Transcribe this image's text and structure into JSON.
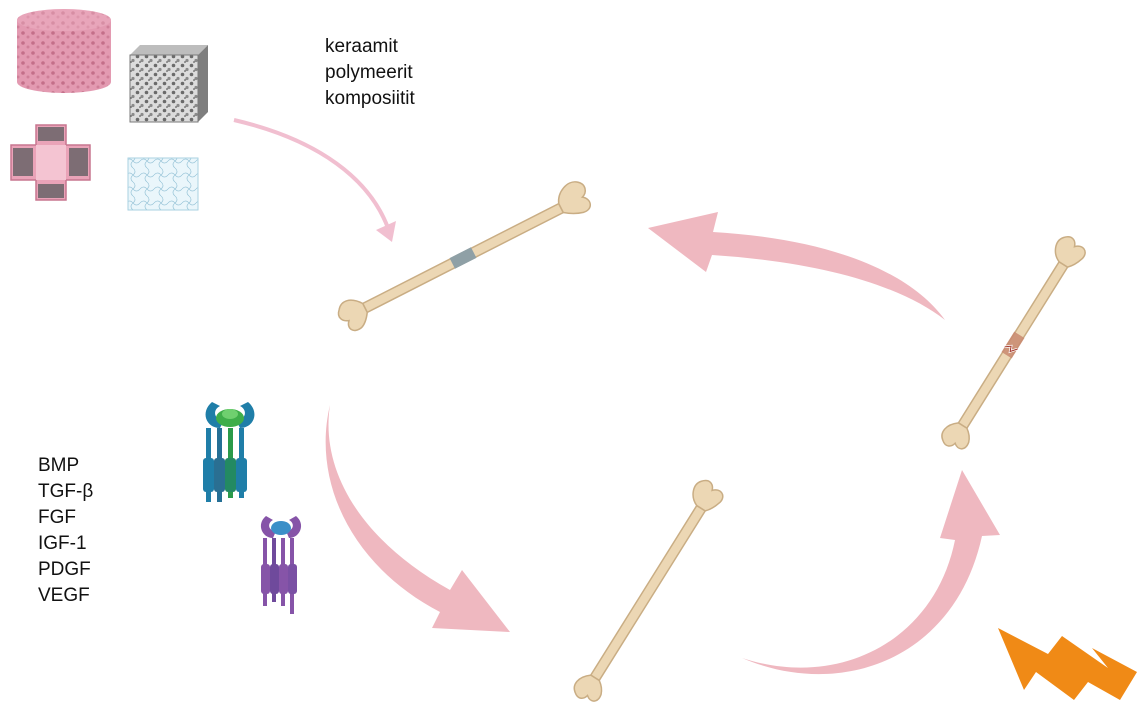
{
  "materials": {
    "items": [
      "keraamit",
      "polymeerit",
      "komposiitit"
    ]
  },
  "growth_factors": {
    "items": [
      "BMP",
      "TGF-β",
      "FGF",
      "IGF-1",
      "PDGF",
      "VEGF"
    ]
  },
  "colors": {
    "arrow": "#efb8c0",
    "bone": "#ecd7b4",
    "bone_outline": "#c9ad84",
    "scaffold_pink": "#e9a2b7",
    "graft_band": "#8fa0a6",
    "fracture": "#a2352a",
    "lightning": "#f08a16",
    "receptor_blue": "#1f7ea8",
    "receptor_green": "#3fae4a",
    "receptor_purple": "#8654a8"
  }
}
